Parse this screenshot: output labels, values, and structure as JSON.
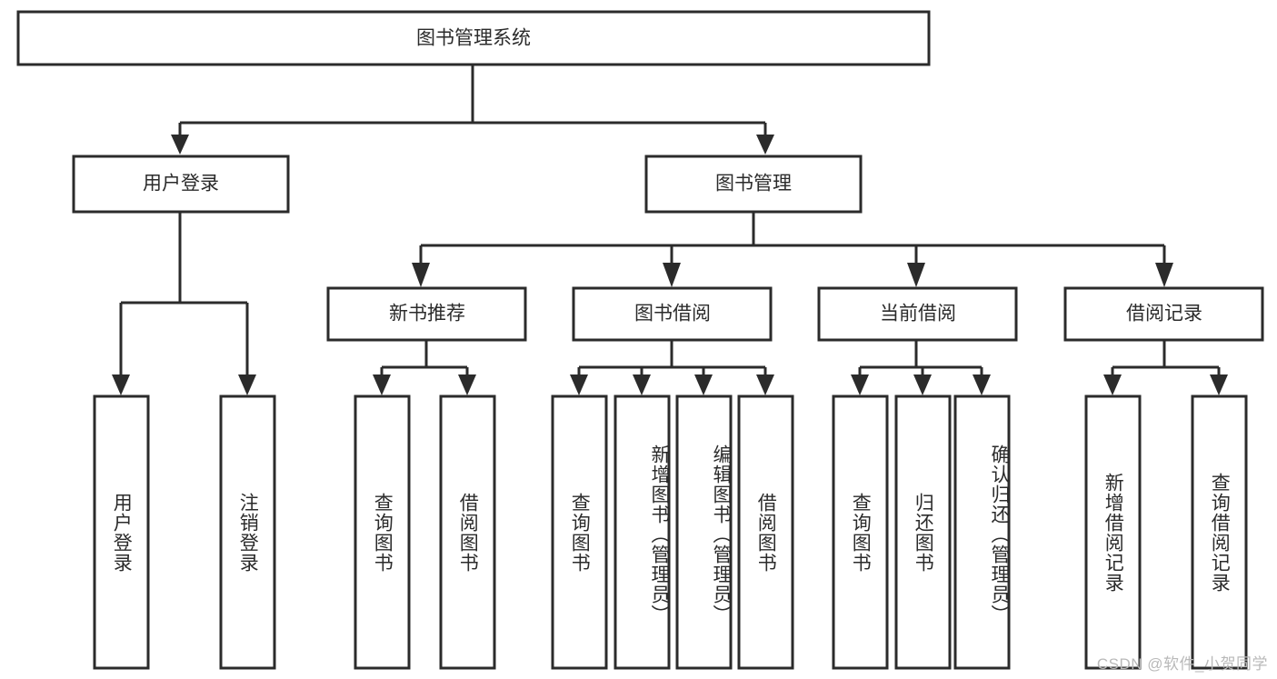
{
  "diagram": {
    "title": "图书管理系统",
    "type": "tree-hierarchy",
    "watermark": "CSDN @软件_小贺同学",
    "root": {
      "id": "root",
      "label": "图书管理系统",
      "orientation": "horizontal"
    },
    "level2": [
      {
        "id": "user-login",
        "label": "用户登录",
        "orientation": "horizontal"
      },
      {
        "id": "book-manage",
        "label": "图书管理",
        "orientation": "horizontal"
      }
    ],
    "level3": [
      {
        "id": "new-book-recommend",
        "label": "新书推荐",
        "orientation": "horizontal",
        "parent": "book-manage"
      },
      {
        "id": "book-borrow",
        "label": "图书借阅",
        "orientation": "horizontal",
        "parent": "book-manage"
      },
      {
        "id": "current-borrow",
        "label": "当前借阅",
        "orientation": "horizontal",
        "parent": "book-manage"
      },
      {
        "id": "borrow-record",
        "label": "借阅记录",
        "orientation": "horizontal",
        "parent": "book-manage"
      }
    ],
    "leaves": [
      {
        "id": "leaf-user-login",
        "label": "用户登录",
        "orientation": "vertical",
        "parent": "user-login"
      },
      {
        "id": "leaf-logout",
        "label": "注销登录",
        "orientation": "vertical",
        "parent": "user-login"
      },
      {
        "id": "leaf-query-book-1",
        "label": "查询图书",
        "orientation": "vertical",
        "parent": "new-book-recommend"
      },
      {
        "id": "leaf-borrow-book-1",
        "label": "借阅图书",
        "orientation": "vertical",
        "parent": "new-book-recommend"
      },
      {
        "id": "leaf-query-book-2",
        "label": "查询图书",
        "orientation": "vertical",
        "parent": "book-borrow"
      },
      {
        "id": "leaf-add-book",
        "label": "新增图书（管理员）",
        "orientation": "vertical",
        "parent": "book-borrow"
      },
      {
        "id": "leaf-edit-book",
        "label": "编辑图书（管理员）",
        "orientation": "vertical",
        "parent": "book-borrow"
      },
      {
        "id": "leaf-borrow-book-2",
        "label": "借阅图书",
        "orientation": "vertical",
        "parent": "book-borrow"
      },
      {
        "id": "leaf-query-book-3",
        "label": "查询图书",
        "orientation": "vertical",
        "parent": "current-borrow"
      },
      {
        "id": "leaf-return-book",
        "label": "归还图书",
        "orientation": "vertical",
        "parent": "current-borrow"
      },
      {
        "id": "leaf-confirm-return",
        "label": "确认归还（管理员）",
        "orientation": "vertical",
        "parent": "current-borrow"
      },
      {
        "id": "leaf-add-record",
        "label": "新增借阅记录",
        "orientation": "vertical",
        "parent": "borrow-record"
      },
      {
        "id": "leaf-query-record",
        "label": "查询借阅记录",
        "orientation": "vertical",
        "parent": "borrow-record"
      }
    ],
    "colors": {
      "stroke": "#2b2b2b",
      "fill": "#ffffff",
      "text": "#2b2b2b",
      "watermark": "#b9b9b9",
      "background": "#ffffff"
    }
  }
}
